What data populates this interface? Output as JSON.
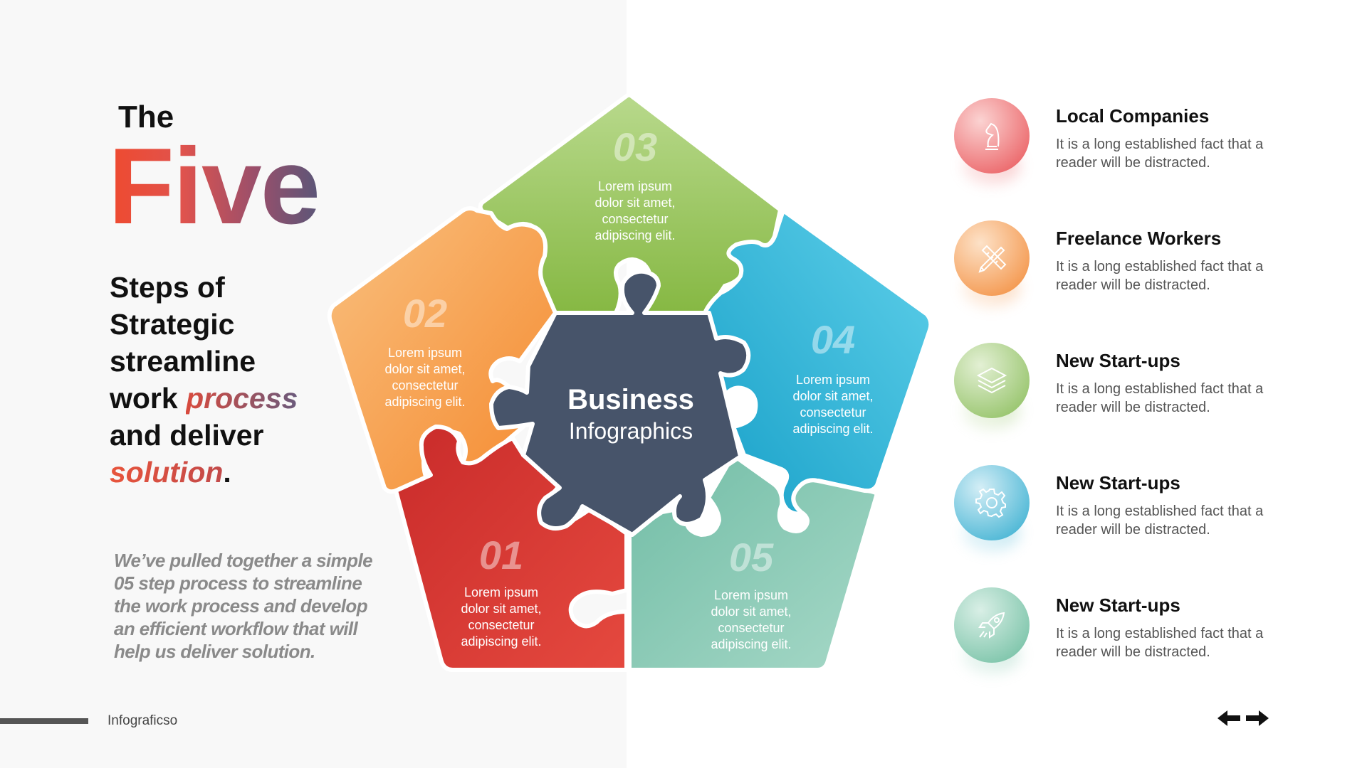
{
  "header": {
    "the": "The",
    "five": "Five",
    "line1": "Steps of",
    "line2": "Strategic",
    "line3": "streamline",
    "line4_a": "work ",
    "line4_b": "process",
    "line5": "and deliver",
    "line6_a": "solution",
    "line6_b": "."
  },
  "description": "We’ve pulled together a simple 05 step process to streamline the work process and develop an efficient workflow that will help us deliver solution.",
  "brand": "Infograficso",
  "center": {
    "title": "Business",
    "subtitle": "Infographics"
  },
  "pieces": [
    {
      "number": "01",
      "text_lines": [
        "Lorem ipsum",
        "dolor sit amet,",
        "consectetur",
        "adipiscing elit."
      ],
      "color": "#d93a33"
    },
    {
      "number": "02",
      "text_lines": [
        "Lorem ipsum",
        "dolor sit amet,",
        "consectetur",
        "adipiscing elit."
      ],
      "color": "#f49a4a"
    },
    {
      "number": "03",
      "text_lines": [
        "Lorem ipsum",
        "dolor sit amet,",
        "consectetur",
        "adipiscing elit."
      ],
      "color": "#8fbf57"
    },
    {
      "number": "04",
      "text_lines": [
        "Lorem ipsum",
        "dolor sit amet,",
        "consectetur",
        "adipiscing elit."
      ],
      "color": "#2fb4d6"
    },
    {
      "number": "05",
      "text_lines": [
        "Lorem ipsum",
        "dolor sit amet,",
        "consectetur",
        "adipiscing elit."
      ],
      "color": "#86c8b6"
    }
  ],
  "center_color": "#47546a",
  "list": [
    {
      "title": "Local Companies",
      "text": "It is a long established fact that a reader will be distracted.",
      "icon": "chess-knight-icon",
      "color": "#ec6a6d"
    },
    {
      "title": "Freelance Workers",
      "text": "It is a long established fact that a reader will be distracted.",
      "icon": "pencil-ruler-icon",
      "color": "#f49a52"
    },
    {
      "title": "New Start-ups",
      "text": "It is a long established fact that a reader will be distracted.",
      "icon": "layers-icon",
      "color": "#9ac670"
    },
    {
      "title": "New Start-ups",
      "text": "It is a long established fact that a reader will be distracted.",
      "icon": "gear-icon",
      "color": "#4fb8d6"
    },
    {
      "title": "New Start-ups",
      "text": "It is a long established fact that a reader will be distracted.",
      "icon": "rocket-icon",
      "color": "#80c6ac"
    }
  ]
}
